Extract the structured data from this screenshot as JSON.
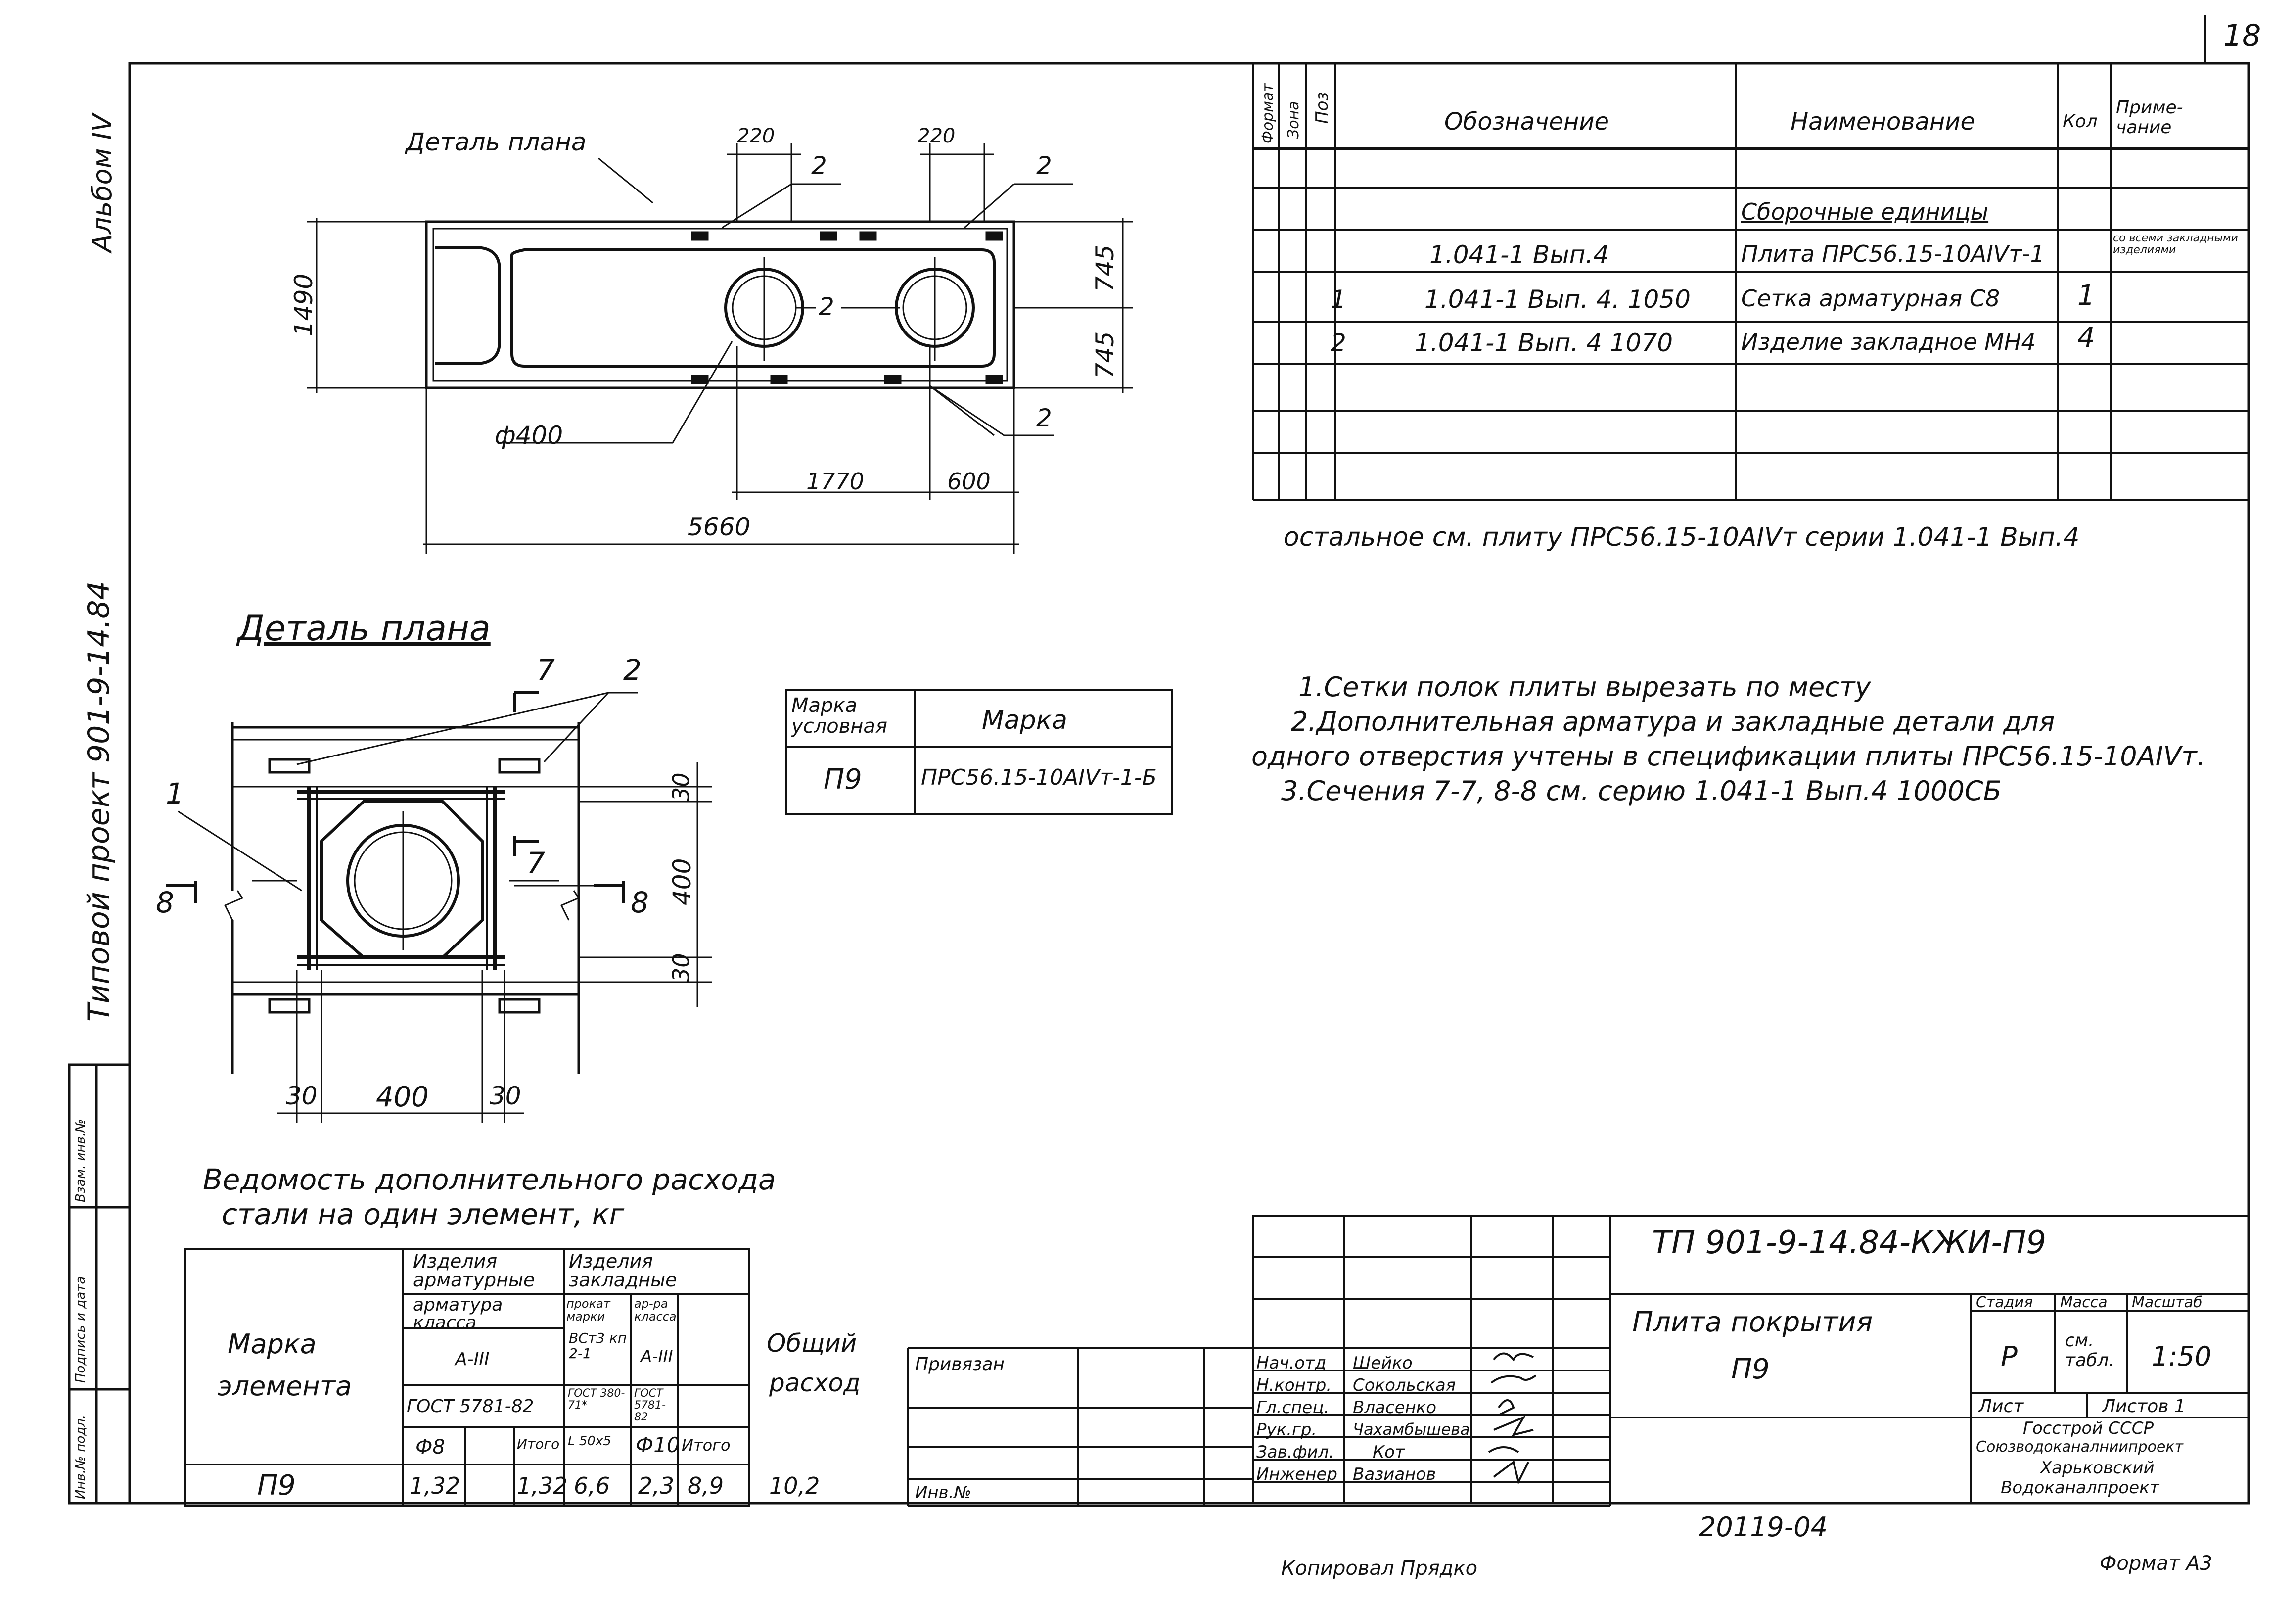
{
  "sheet": {
    "page_number": "18",
    "album": "Альбом IV",
    "project": "Типовой проект 901-9-14.84",
    "copied": "Копировал Прядко",
    "format": "Формат A3",
    "stamp_number": "20119-04"
  },
  "side_stamp": {
    "inv_orig": "Инв.№ подл.",
    "sign_date": "Подпись и дата",
    "replace_inv": "Взам. инв.№"
  },
  "plan_top": {
    "title": "Деталь плана",
    "dims": {
      "d220a": "220",
      "d220b": "220",
      "d1490": "1490",
      "d745a": "745",
      "d745b": "745",
      "d1770": "1770",
      "d600": "600",
      "d5660": "5660",
      "phi400": "ф400"
    },
    "labels": {
      "l2a": "2",
      "l2b": "2",
      "l2c": "2",
      "l2d": "2"
    }
  },
  "plan_detail": {
    "title": "Деталь плана",
    "dims": {
      "d30a": "30",
      "d400a": "400",
      "d30b": "30",
      "d30c": "30",
      "d400b": "400",
      "d30d": "30"
    },
    "labels": {
      "l1": "1",
      "l2": "2",
      "s7a": "7",
      "s7b": "7",
      "s8a": "8",
      "s8b": "8"
    }
  },
  "spec": {
    "headers": {
      "format": "Формат",
      "zone": "Зона",
      "pos": "Поз",
      "designation": "Обозначение",
      "name": "Наименование",
      "qty": "Кол",
      "note_a": "Приме-",
      "note_b": "чание"
    },
    "section": "Сборочные единицы",
    "rows": [
      {
        "pos": "",
        "designation": "1.041-1 Вып.4",
        "name": "Плита ПРС56.15-10АIVт-1",
        "qty": "",
        "note": "со всеми закладными изделиями"
      },
      {
        "pos": "1",
        "designation": "1.041-1 Вып. 4. 1050",
        "name": "Сетка арматурная С8",
        "qty": "1",
        "note": ""
      },
      {
        "pos": "2",
        "designation": "1.041-1 Вып. 4 1070",
        "name": "Изделие закладное МН4",
        "qty": "4",
        "note": ""
      }
    ]
  },
  "ostalnoe": "остальное см. плиту ПРС56.15-10АIVт серии 1.041-1 Вып.4",
  "notes": [
    "1.Сетки полок плиты вырезать по месту",
    "2.Дополнительная арматура и закладные детали для",
    "одного отверстия учтены в спецификации плиты ПРС56.15-10АIVт.",
    "3.Сечения 7-7, 8-8 см. серию 1.041-1 Вып.4 1000СБ"
  ],
  "marka_table": {
    "h1": "Марка условная",
    "h2": "Марка",
    "v1": "П9",
    "v2": "ПРС56.15-10АIVт-1-Б"
  },
  "steel": {
    "title1": "Ведомость дополнительного расхода",
    "title2": "стали на один элемент, кг",
    "marka_label_1": "Марка",
    "marka_label_2": "элемента",
    "g1_label": "Изделия арматурные",
    "g1_sub": "арматура класса",
    "g1_class": "А-III",
    "g1_gost": "ГОСТ 5781-82",
    "g2_label": "Изделия закладные",
    "g2_sub1": "прокат марки",
    "g2_sub2": "ар-ра класса",
    "g2_steel": "ВСт3 кп 2-1",
    "g2_class": "А-III",
    "g2_gost1": "ГОСТ 380-71*",
    "g2_gost2": "ГОСТ 5781-82",
    "d1": "Ф8",
    "itogo1": "Итого",
    "d2": "L 50х5",
    "d3": "Ф10",
    "itogo2": "Итого",
    "total_label_1": "Общий",
    "total_label_2": "расход",
    "row": {
      "mark": "П9",
      "v1": "1,32",
      "v2": "1,32",
      "v3": "6,6",
      "v4": "2,3",
      "v5": "8,9",
      "total": "10,2"
    }
  },
  "title_block": {
    "code": "ТП 901-9-14.84-КЖИ-П9",
    "title1": "Плита покрытия",
    "title2": "П9",
    "stage_h": "Стадия",
    "mass_h": "Масса",
    "scale_h": "Масштаб",
    "stage": "Р",
    "mass": "см. табл.",
    "scale": "1:50",
    "sheet": "Лист",
    "sheets": "Листов 1",
    "org1": "Госстрой СССР",
    "org2": "Союзводоканалниипроект",
    "org3": "Харьковский",
    "org4": "Водоканалпроект",
    "privyazan": "Привязан",
    "inv": "Инв.№",
    "people": [
      {
        "role": "Нач.отд",
        "name": "Шейко"
      },
      {
        "role": "Н.контр.",
        "name": "Сокольская"
      },
      {
        "role": "Гл.спец.",
        "name": "Власенко"
      },
      {
        "role": "Рук.гр.",
        "name": "Чахамбышева"
      },
      {
        "role": "Зав.фил.",
        "name": "Кот"
      },
      {
        "role": "Инженер",
        "name": "Вазианов"
      }
    ]
  }
}
